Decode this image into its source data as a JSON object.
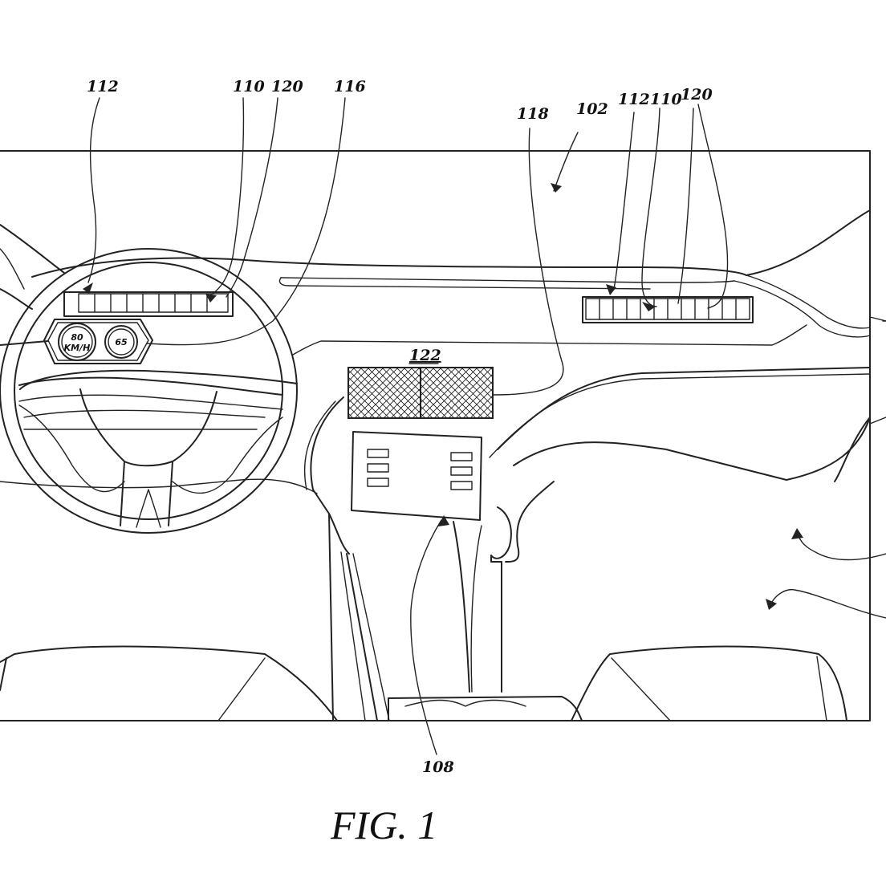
{
  "figure": {
    "caption": "FIG. 1"
  },
  "labels": {
    "l112a": "112",
    "l110a": "110",
    "l120a": "120",
    "l116": "116",
    "l118": "118",
    "l102": "102",
    "l112b": "112",
    "l110b": "110",
    "l120b": "120",
    "l122": "122",
    "l108": "108"
  },
  "gauges": {
    "speed_value": "80",
    "speed_unit": "KM/H",
    "limit_value": "65"
  },
  "colors": {
    "line": "#222222",
    "background": "#ffffff"
  }
}
